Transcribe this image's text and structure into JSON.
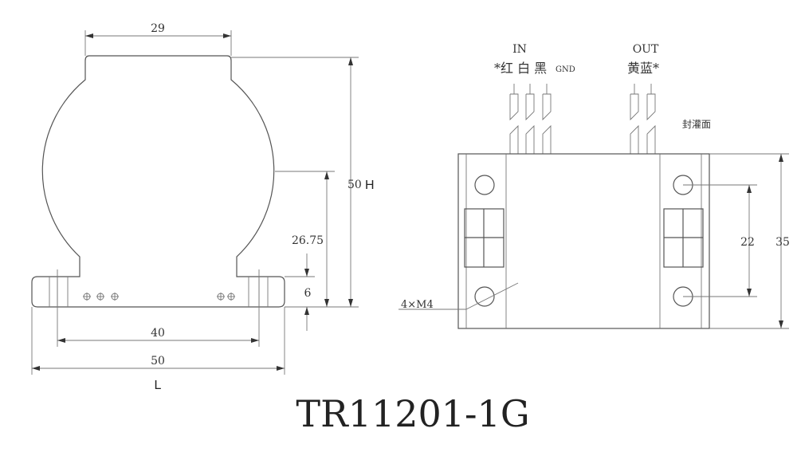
{
  "title": "TR11201-1G",
  "left_view": {
    "dim_top_width": "29",
    "dim_height": "50",
    "height_symbol": "H",
    "dim_center_height": "26.75",
    "dim_flange": "6",
    "dim_hole_pitch": "40",
    "dim_length": "50",
    "length_symbol": "L"
  },
  "right_view": {
    "in_label": "IN",
    "in_wires": "*红 白 黑",
    "gnd_label": "GND",
    "out_label": "OUT",
    "out_wires": "黄蓝*",
    "potting_face": "封灌面",
    "mount_holes": "4×M4",
    "dim_hole_spacing": "22",
    "dim_height": "35"
  }
}
